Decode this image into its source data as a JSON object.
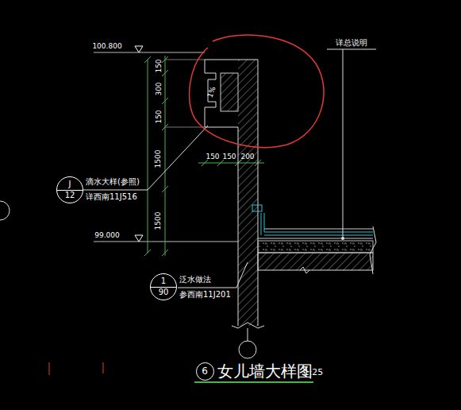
{
  "diagram": {
    "title": "女儿墙大样图",
    "nodes": [
      {
        "text": [
          "J",
          "12"
        ]
      },
      {
        "text": [
          "1",
          "90"
        ]
      },
      {
        "text": [
          "6"
        ]
      }
    ],
    "labels": [
      "100.800",
      "150",
      "300",
      "150",
      "1500",
      "1500",
      "1%",
      "150",
      "150",
      "200",
      "99.000",
      "滴水大样(参照)",
      "详西南11J516",
      "泛水做法",
      "参西南11J201",
      "详总说明",
      "1:25"
    ]
  }
}
